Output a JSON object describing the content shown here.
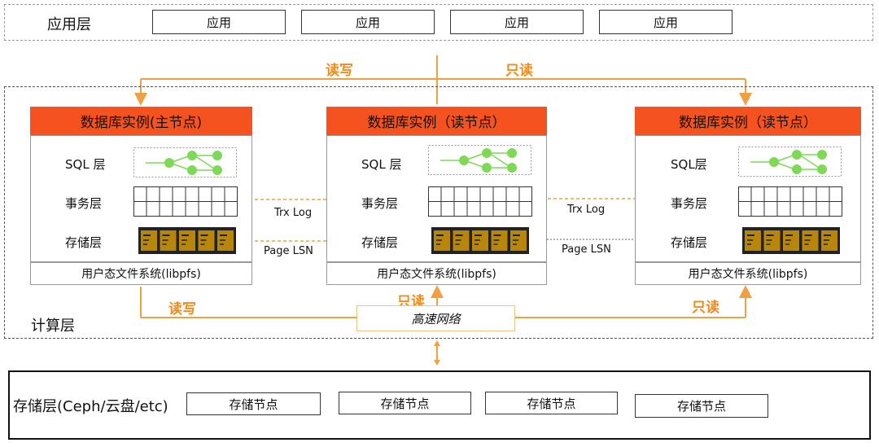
{
  "app_layer": {
    "label": "应用层",
    "apps": [
      "应用",
      "应用",
      "应用",
      "应用"
    ]
  },
  "flows": {
    "read_write": "读写",
    "read_only": "只读"
  },
  "compute_layer": {
    "label": "计算层",
    "instances": [
      {
        "title": "数据库实例(主节点)",
        "sql_layer": "SQL 层",
        "txn_layer": "事务层",
        "storage_layer": "存储层",
        "fs": "用户态文件系统(libpfs)"
      },
      {
        "title": "数据库实例（读节点）",
        "sql_layer": "SQL 层",
        "txn_layer": "事务层",
        "storage_layer": "存储层",
        "fs": "用户态文件系统(libpfs)"
      },
      {
        "title": "数据库实例（读节点）",
        "sql_layer": "SQL层",
        "txn_layer": "事务层",
        "storage_layer": "存储层",
        "fs": "用户态文件系统(libpfs)"
      }
    ],
    "trx_log": "Trx Log",
    "page_lsn": "Page LSN",
    "network": "高速网络",
    "bottom_read_write": "读写",
    "bottom_read_only_mid": "只读",
    "bottom_read_only_right": "只读"
  },
  "storage_layer": {
    "label": "存储层(Ceph/云盘/etc)",
    "nodes": [
      "存储节点",
      "存储节点",
      "存储节点",
      "存储节点"
    ]
  },
  "colors": {
    "orange": "#f08c1a",
    "title_bar": "#f5521f",
    "node_green": "#7ed957",
    "page_gold": "#b8860b"
  }
}
